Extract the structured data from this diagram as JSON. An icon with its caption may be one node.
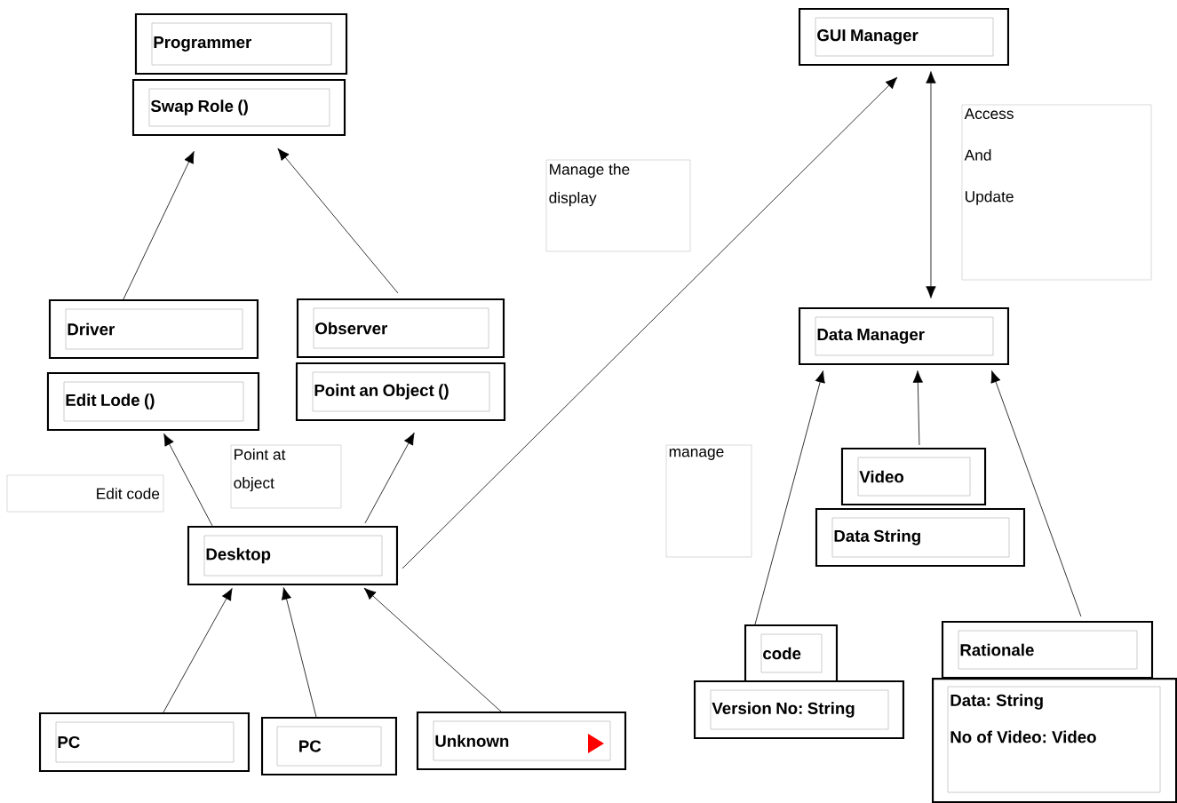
{
  "diagram": {
    "nodes": [
      {
        "text": [
          "Programmer"
        ]
      },
      {
        "text": [
          "Swap Role ()"
        ]
      },
      {
        "text": [
          "Driver"
        ]
      },
      {
        "text": [
          "Observer"
        ]
      },
      {
        "text": [
          "Edit Lode ()"
        ]
      },
      {
        "text": [
          "Point an Object ()"
        ]
      },
      {
        "text": [
          "Desktop"
        ]
      },
      {
        "text": [
          "PC"
        ]
      },
      {
        "text": [
          "PC"
        ]
      },
      {
        "text": [
          "Unknown"
        ]
      },
      {
        "text": [
          "GUI Manager"
        ]
      },
      {
        "text": [
          "Data Manager"
        ]
      },
      {
        "text": [
          "Video"
        ]
      },
      {
        "text": [
          "Data String"
        ]
      },
      {
        "text": [
          "code"
        ]
      },
      {
        "text": [
          "Version No: String"
        ]
      },
      {
        "text": [
          "Rationale"
        ]
      },
      {
        "text": [
          "Data: String",
          "No of Video: Video"
        ]
      },
      {
        "text": [
          "Edit code"
        ]
      },
      {
        "text": [
          "Point at object"
        ]
      },
      {
        "text": [
          "Manage the display"
        ]
      },
      {
        "text": [
          "manage"
        ]
      },
      {
        "text": [
          "Access And Update"
        ]
      }
    ],
    "edges": [
      {
        "from": 2,
        "to": 1,
        "arrow": "to"
      },
      {
        "from": 3,
        "to": 1,
        "arrow": "to"
      },
      {
        "from": 6,
        "to": 4,
        "arrow": "to"
      },
      {
        "from": 6,
        "to": 5,
        "arrow": "to"
      },
      {
        "from": 6,
        "to": 10,
        "arrow": "to"
      },
      {
        "from": 7,
        "to": 6,
        "arrow": "to"
      },
      {
        "from": 8,
        "to": 6,
        "arrow": "to"
      },
      {
        "from": 9,
        "to": 6,
        "arrow": "to"
      },
      {
        "from": 10,
        "to": 11,
        "arrow": "both"
      },
      {
        "from": 14,
        "to": 11,
        "arrow": "to"
      },
      {
        "from": 12,
        "to": 11,
        "arrow": "to"
      },
      {
        "from": 16,
        "to": 11,
        "arrow": "to"
      }
    ]
  }
}
